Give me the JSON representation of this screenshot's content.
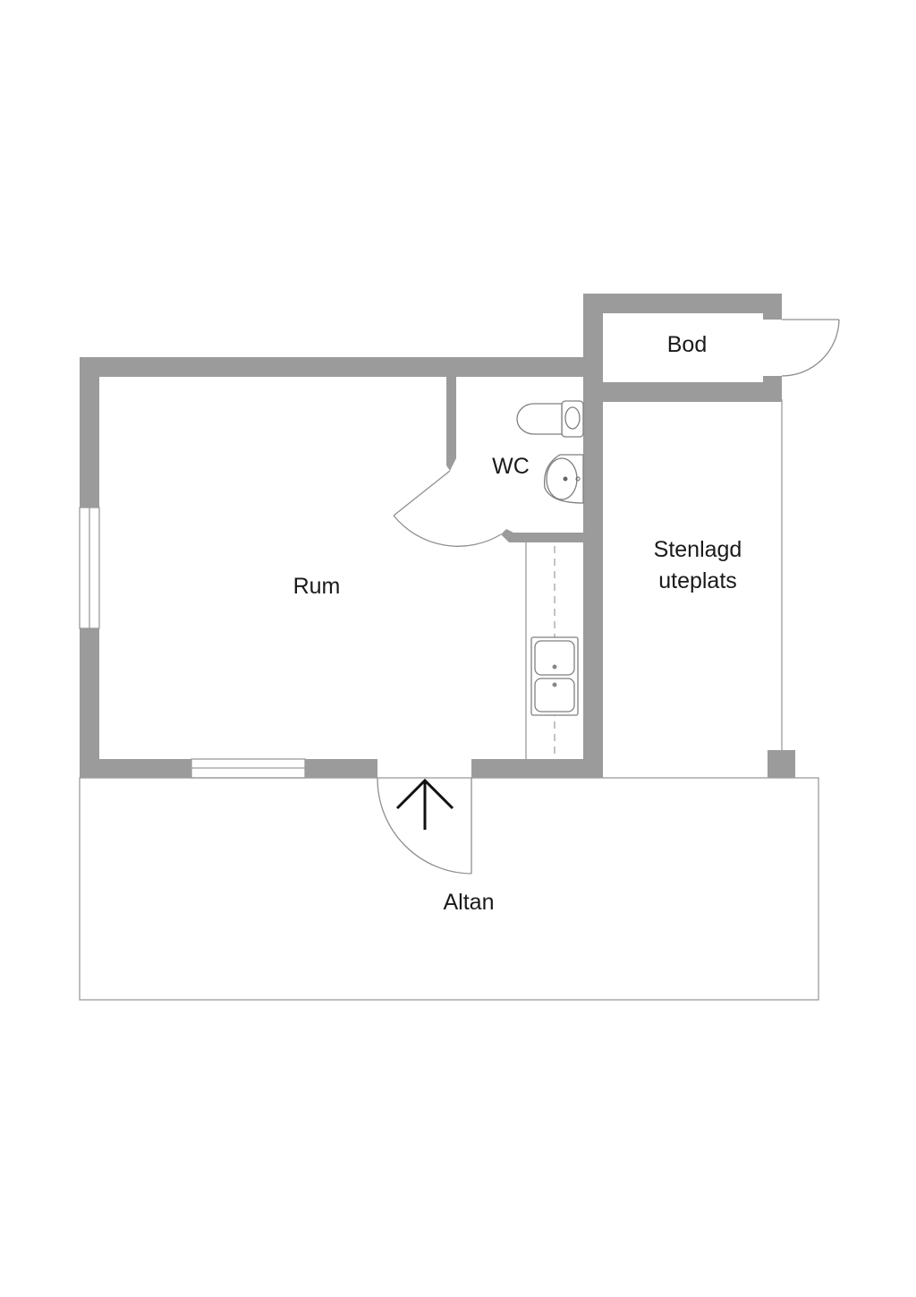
{
  "rooms": {
    "bod": "Bod",
    "wc": "WC",
    "rum": "Rum",
    "stenlagd_line1": "Stenlagd",
    "stenlagd_line2": "uteplats",
    "altan": "Altan"
  },
  "icons": {
    "entrance": "entrance-arrow-icon",
    "toilet": "toilet-icon",
    "washbasin": "washbasin-icon",
    "sink": "double-sink-icon"
  },
  "colors": {
    "wall": "#9b9b9b",
    "text": "#1a1a1a",
    "background": "#ffffff"
  }
}
